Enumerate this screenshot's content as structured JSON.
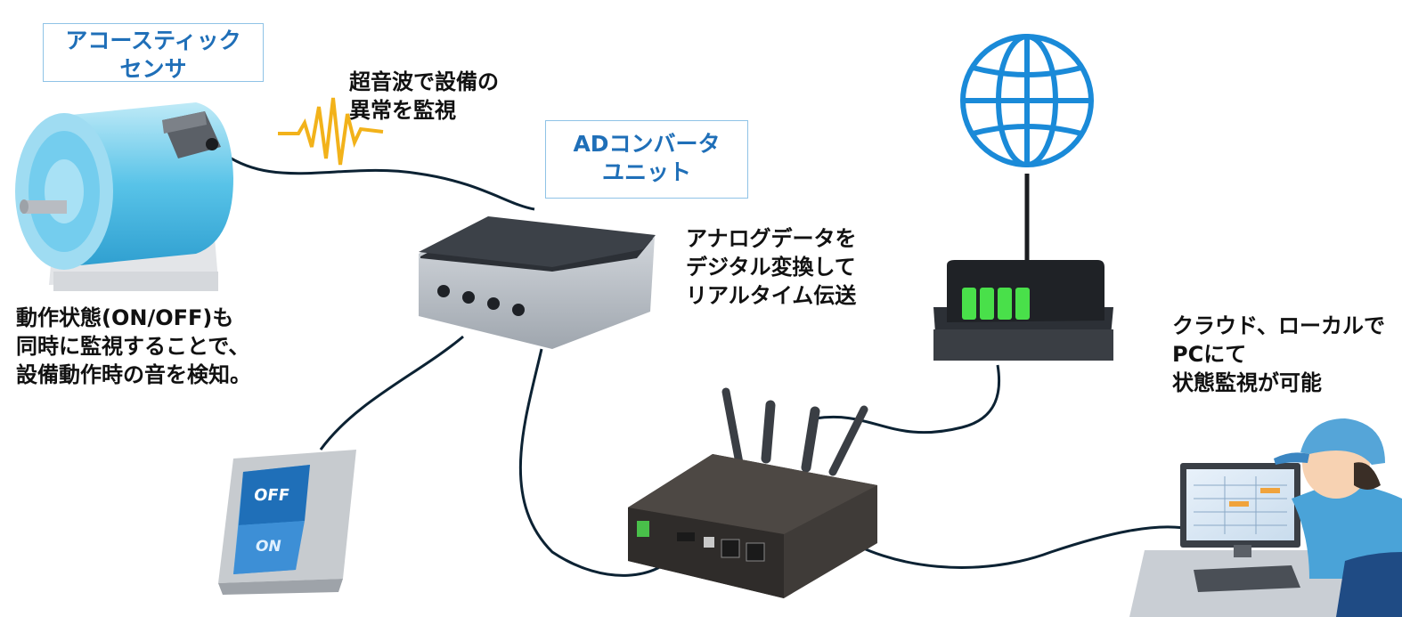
{
  "labels": {
    "sensor": {
      "line1": "アコースティック",
      "line2": "センサ"
    },
    "adc": {
      "line1": "ADコンバータ",
      "line2": "ユニット"
    }
  },
  "notes": {
    "ultrasonic": {
      "line1": "超音波で設備の",
      "line2": "異常を監視"
    },
    "analog": {
      "line1": "アナログデータを",
      "line2": "デジタル変換して",
      "line3": "リアルタイム伝送"
    },
    "onoff": {
      "line1": "動作状態(ON/OFF)も",
      "line2": "同時に監視することで、",
      "line3": "設備動作時の音を検知。"
    },
    "cloud": {
      "line1": "クラウド、ローカルで",
      "line2": "PCにて",
      "line3": "状態監視が可能"
    }
  },
  "switch": {
    "off_label": "OFF",
    "on_label": "ON"
  },
  "colors": {
    "accent_blue": "#1f6fb8",
    "box_border": "#8fc3e6",
    "wave": "#f2b21a",
    "led": "#49e04a",
    "globe": "#1a8ad8"
  }
}
